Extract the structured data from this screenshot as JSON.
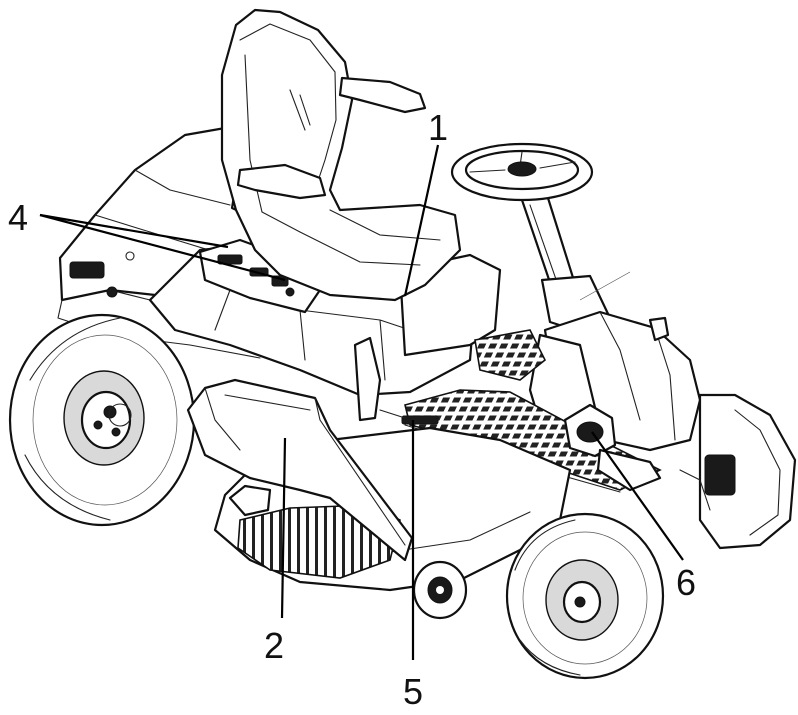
{
  "diagram": {
    "callouts": [
      {
        "id": "1",
        "text": "1"
      },
      {
        "id": "2",
        "text": "2"
      },
      {
        "id": "4",
        "text": "4"
      },
      {
        "id": "5",
        "text": "5"
      },
      {
        "id": "6",
        "text": "6"
      }
    ]
  }
}
